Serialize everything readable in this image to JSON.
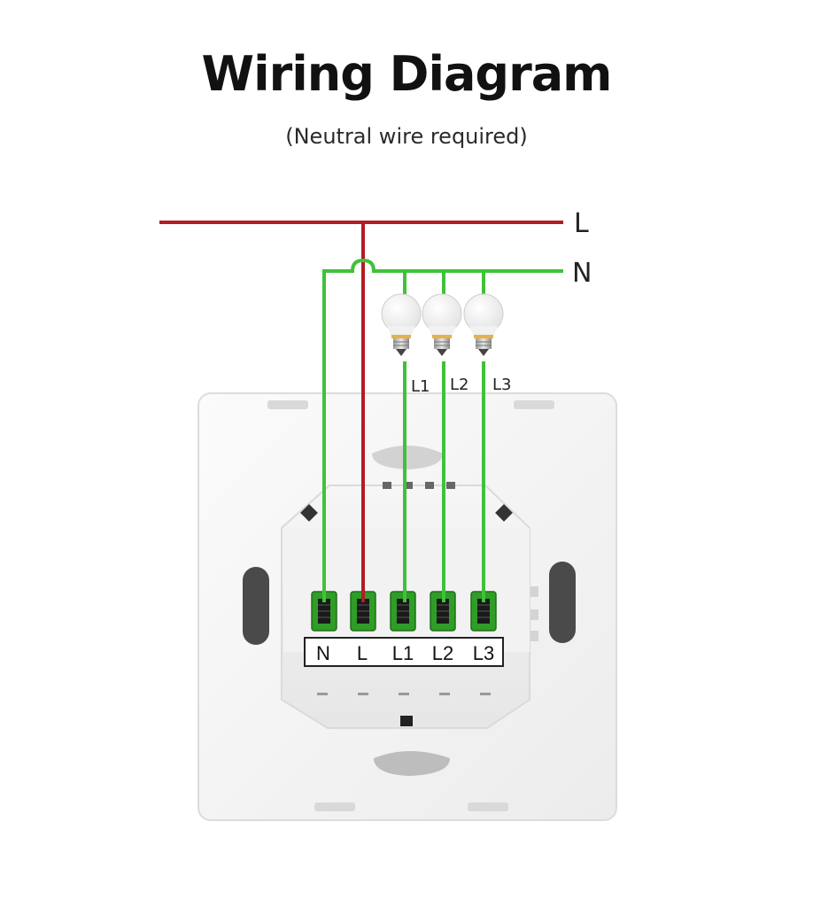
{
  "title": "Wiring Diagram",
  "subtitle": "(Neutral wire required)",
  "lines": {
    "live_label": "L",
    "neutral_label": "N"
  },
  "bulbs": [
    {
      "label": "L1"
    },
    {
      "label": "L2"
    },
    {
      "label": "L3"
    }
  ],
  "terminals": [
    {
      "label": "N"
    },
    {
      "label": "L"
    },
    {
      "label": "L1"
    },
    {
      "label": "L2"
    },
    {
      "label": "L3"
    }
  ],
  "colors": {
    "live_wire": "#b01e23",
    "neutral_wire": "#3fc23a",
    "terminal": "#2f9d27",
    "panel": "#f4f4f4"
  }
}
